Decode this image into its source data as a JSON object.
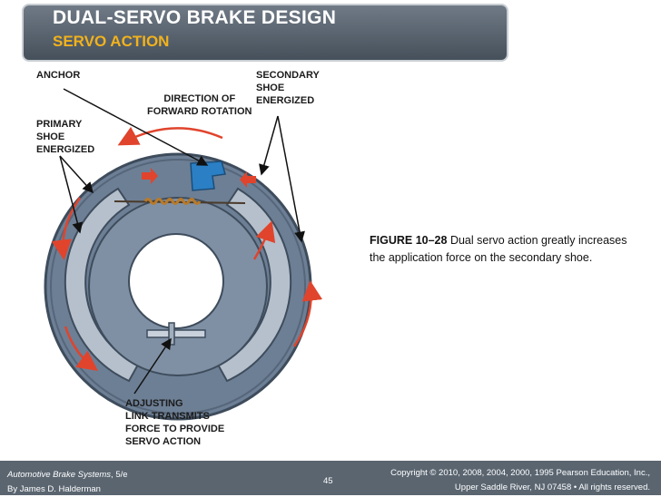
{
  "slide": {
    "title": "DUAL-SERVO BRAKE DESIGN",
    "subtitle": "SERVO ACTION"
  },
  "figure": {
    "labels": {
      "anchor": "ANCHOR",
      "direction": "DIRECTION OF\nFORWARD ROTATION",
      "secondary": "SECONDARY\nSHOE\nENERGIZED",
      "primary": "PRIMARY\nSHOE\nENERGIZED",
      "adjusting": "ADJUSTING\nLINK TRANSMITS\nFORCE TO PROVIDE\nSERVO ACTION"
    },
    "colors": {
      "drum": "#6d7f95",
      "shoe": "#b5c0cc",
      "arrow": "#e0442c",
      "anchor": "#2b7fc4"
    }
  },
  "caption": {
    "figure_ref": "FIGURE 10–28",
    "text": " Dual servo action greatly increases the application force on the secondary shoe."
  },
  "footer": {
    "book_title": "Automotive Brake Systems",
    "edition": ", 5/e",
    "author": "By James D. Halderman",
    "page": "45",
    "copyright_line1": "Copyright © 2010, 2008, 2004, 2000, 1995 Pearson Education, Inc.,",
    "copyright_line2": "Upper Saddle River, NJ 07458 • All rights reserved."
  }
}
